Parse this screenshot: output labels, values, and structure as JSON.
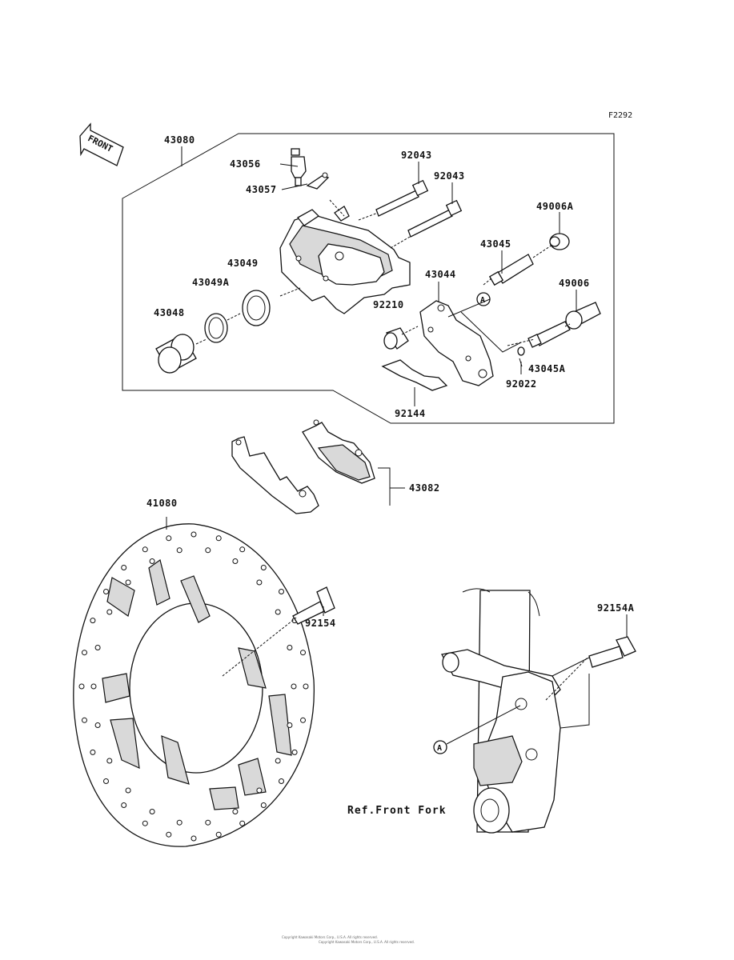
{
  "diagram": {
    "code": "F2292",
    "front_label": "FRONT",
    "ref_label": "Ref.Front Fork",
    "callout_marker": "A",
    "footer_line1": "Copyright Kawasaki Motors Corp., U.S.A. All rights reserved.",
    "footer_line2": "Copyright Kawasaki Motors Corp., U.S.A. All rights reserved.",
    "parts": {
      "p43080": "43080",
      "p43056": "43056",
      "p43057": "43057",
      "p92043a": "92043",
      "p92043b": "92043",
      "p49006a": "49006A",
      "p43045": "43045",
      "p43049": "43049",
      "p43049a": "43049A",
      "p43044": "43044",
      "p49006": "49006",
      "p43048": "43048",
      "p92210": "92210",
      "p43045a": "43045A",
      "p92022": "92022",
      "p92144": "92144",
      "p43082": "43082",
      "p41080": "41080",
      "p92154": "92154",
      "p92154a": "92154A"
    }
  }
}
